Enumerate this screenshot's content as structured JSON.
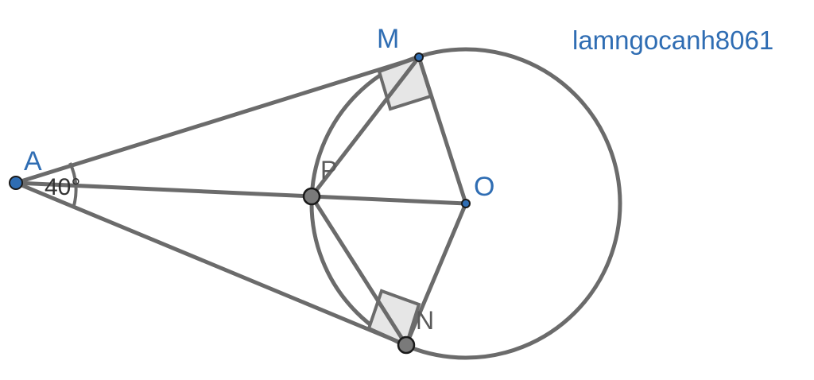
{
  "watermark": "lamngocanh8061",
  "labels": {
    "A": "A",
    "M": "M",
    "N": "N",
    "O": "O",
    "P": "P",
    "angle_A": "40°"
  },
  "colors": {
    "stroke": "#6b6b6b",
    "label_blue": "#2f6db3",
    "label_gray": "#5a5a5a",
    "point_blue": "#2f6db3",
    "point_gray": "#7a7a7a",
    "right_angle_fill": "#e6e6e6"
  }
}
